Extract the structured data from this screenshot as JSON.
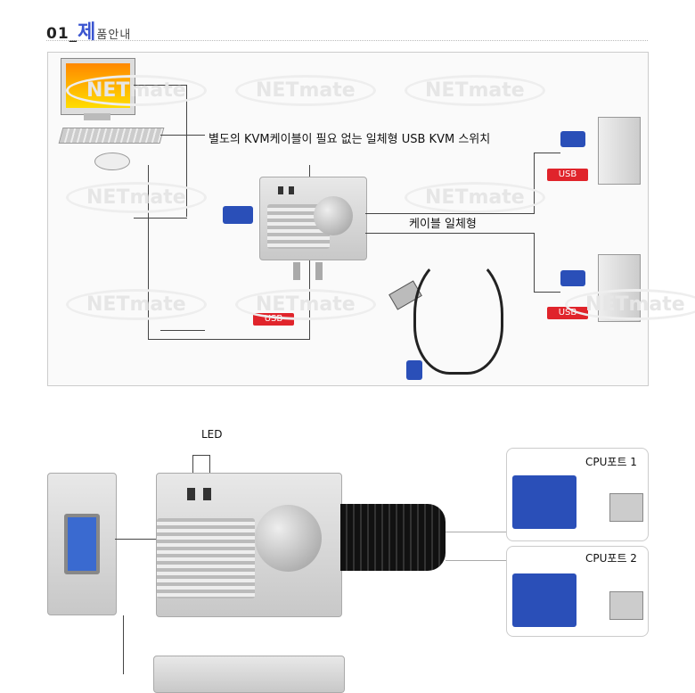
{
  "section_title": {
    "number": "01_",
    "accent": "제",
    "rest": "품안내"
  },
  "diagram": {
    "headline": "별도의 KVM케이블이 필요 없는 일체형 USB KVM 스위치",
    "cable_label": "케이블 일체형",
    "usb_labels": [
      "USB",
      "USB",
      "USB"
    ],
    "watermark": "NETmate"
  },
  "detail": {
    "led_label": "LED",
    "cpu_port_1": "CPU포트 1",
    "cpu_port_2": "CPU포트 2"
  },
  "colors": {
    "accent": "#3b55d0",
    "usb_badge": "#e0242b",
    "vga_blue": "#2a4fb8"
  }
}
